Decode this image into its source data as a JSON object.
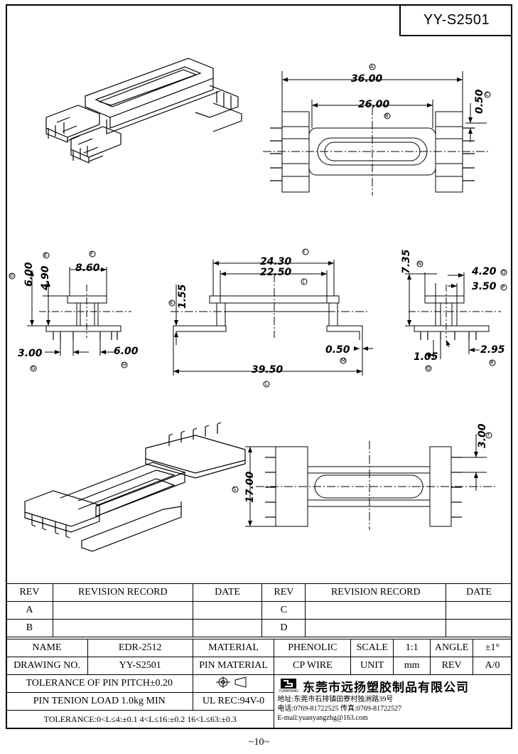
{
  "doc_id": "YY-S2501",
  "page_number": "~10~",
  "dimensions": {
    "d36": "36.00",
    "d26": "26.00",
    "d050c": "0.50",
    "d600": "6.00",
    "d490": "4.90",
    "d860": "8.60",
    "d300g": "3.00",
    "d600h": "6.00",
    "d2430": "24.30",
    "d2250": "22.50",
    "d155": "1.55",
    "d050m": "0.50",
    "d3950": "39.50",
    "d735": "7.35",
    "d420": "4.20",
    "d350": "3.50",
    "d105": "1.05",
    "d295": "2.95",
    "d1700": "17.00",
    "d300t": "3.00"
  },
  "labels": {
    "A": "A",
    "B": "B",
    "C": "C",
    "D": "D",
    "E": "E",
    "F": "F",
    "G": "G",
    "H": "H",
    "I": "I",
    "J": "J",
    "K": "K",
    "L": "L",
    "M": "M",
    "N": "N",
    "O": "O",
    "P": "P",
    "Q": "Q",
    "R": "R",
    "S": "S",
    "T": "T"
  },
  "revision_table": {
    "rev_header": "REV",
    "record_header": "REVISION RECORD",
    "date_header": "DATE",
    "rows": [
      {
        "left_rev": "A",
        "right_rev": "C"
      },
      {
        "left_rev": "B",
        "right_rev": "D"
      }
    ]
  },
  "info_table": {
    "name_label": "NAME",
    "name_value": "EDR-2512",
    "material_label": "MATERIAL",
    "material_value": "PHENOLIC",
    "scale_label": "SCALE",
    "scale_value": "1:1",
    "angle_label": "ANGLE",
    "angle_value": "±1°",
    "drawing_no_label": "DRAWING NO.",
    "drawing_no_value": "YY-S2501",
    "pin_material_label": "PIN MATERIAL",
    "pin_material_value": "CP WIRE",
    "unit_label": "UNIT",
    "unit_value": "mm",
    "rev_label": "REV",
    "rev_value": "A/0",
    "tol_pitch": "TOLERANCE OF PIN PITCH±0.20",
    "pin_tension": "PIN TENION LOAD 1.0kg MIN",
    "ul_rec": "UL REC:94V-0",
    "tolerance": "TOLERANCE:0<L≤4:±0.1  4<L≤16:±0.2  16<L≤63:±0.3",
    "logo_text": "YUANYANG",
    "company": "东莞市远扬塑胶制品有限公司",
    "address": "地址:东莞市石排镇田寮村独洲路39号",
    "phone": "电话:0769-81722525    传真:0769-81722527",
    "email": "E-mail:yuanyangzhg@163.com"
  }
}
